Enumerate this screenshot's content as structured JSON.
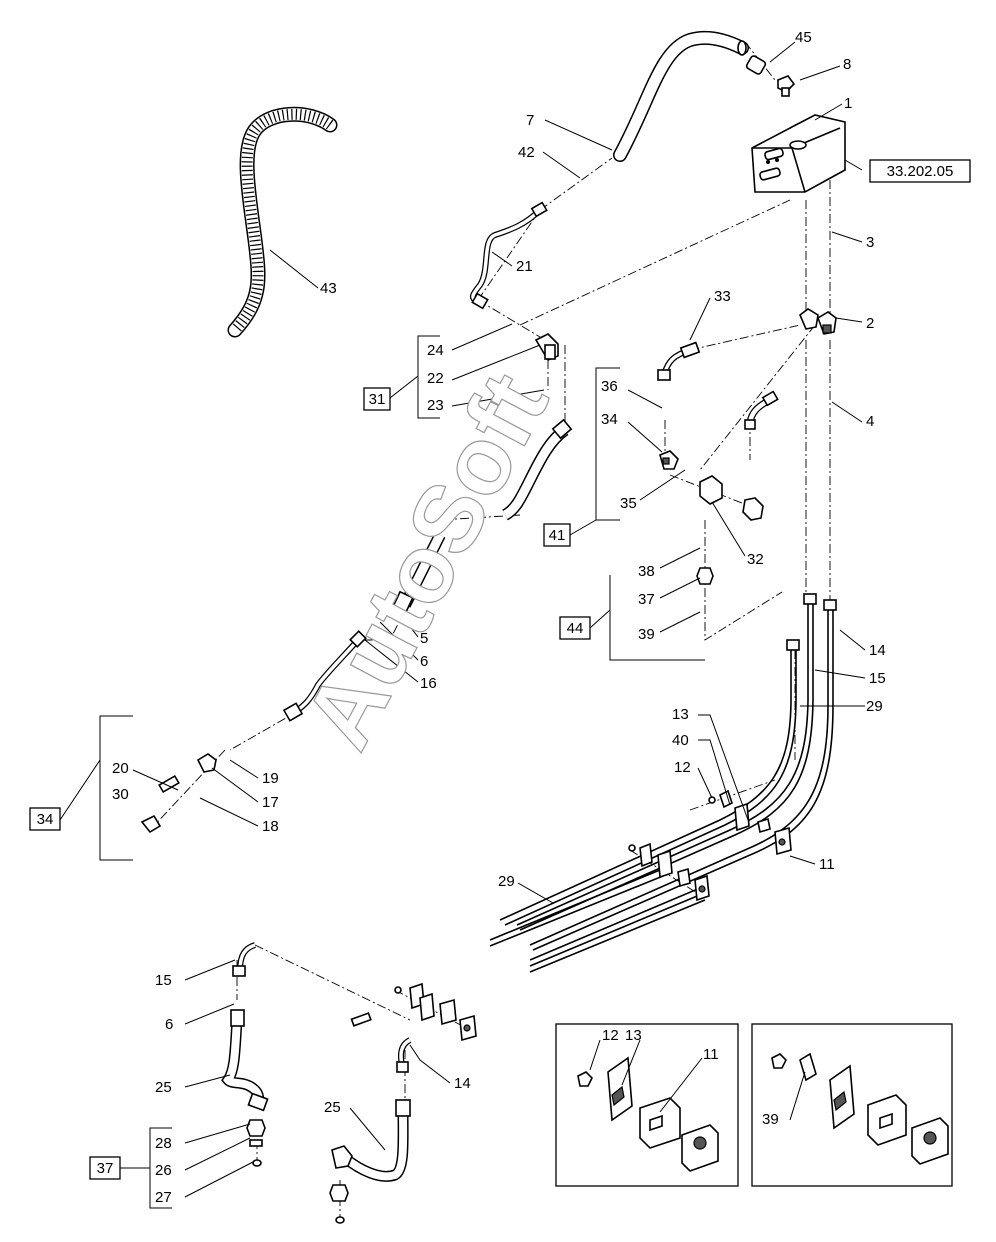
{
  "watermark": "AutoSoft",
  "refs": {
    "r33_202_05": "33.202.05",
    "r31": "31",
    "r41": "41",
    "r44": "44",
    "r34": "34",
    "r37": "37"
  },
  "callouts": [
    {
      "id": "c45",
      "text": "45"
    },
    {
      "id": "c8",
      "text": "8"
    },
    {
      "id": "c1",
      "text": "1"
    },
    {
      "id": "c7",
      "text": "7"
    },
    {
      "id": "c42",
      "text": "42"
    },
    {
      "id": "c3",
      "text": "3"
    },
    {
      "id": "c21",
      "text": "21"
    },
    {
      "id": "c43",
      "text": "43"
    },
    {
      "id": "c33",
      "text": "33"
    },
    {
      "id": "c2",
      "text": "2"
    },
    {
      "id": "c24",
      "text": "24"
    },
    {
      "id": "c22",
      "text": "22"
    },
    {
      "id": "c23",
      "text": "23"
    },
    {
      "id": "c36",
      "text": "36"
    },
    {
      "id": "c4",
      "text": "4"
    },
    {
      "id": "c34",
      "text": "34"
    },
    {
      "id": "c35",
      "text": "35"
    },
    {
      "id": "c32",
      "text": "32"
    },
    {
      "id": "c38",
      "text": "38"
    },
    {
      "id": "c37",
      "text": "37"
    },
    {
      "id": "c39",
      "text": "39"
    },
    {
      "id": "c5",
      "text": "5"
    },
    {
      "id": "c6",
      "text": "6"
    },
    {
      "id": "c16",
      "text": "16"
    },
    {
      "id": "c14",
      "text": "14"
    },
    {
      "id": "c15",
      "text": "15"
    },
    {
      "id": "c29",
      "text": "29"
    },
    {
      "id": "c13",
      "text": "13"
    },
    {
      "id": "c40",
      "text": "40"
    },
    {
      "id": "c12",
      "text": "12"
    },
    {
      "id": "c20",
      "text": "20"
    },
    {
      "id": "c30",
      "text": "30"
    },
    {
      "id": "c19",
      "text": "19"
    },
    {
      "id": "c17",
      "text": "17"
    },
    {
      "id": "c18",
      "text": "18"
    },
    {
      "id": "c11",
      "text": "11"
    },
    {
      "id": "c29b",
      "text": "29"
    },
    {
      "id": "c15b",
      "text": "15"
    },
    {
      "id": "c6b",
      "text": "6"
    },
    {
      "id": "c25",
      "text": "25"
    },
    {
      "id": "c14b",
      "text": "14"
    },
    {
      "id": "c25b",
      "text": "25"
    },
    {
      "id": "c28",
      "text": "28"
    },
    {
      "id": "c26",
      "text": "26"
    },
    {
      "id": "c27",
      "text": "27"
    },
    {
      "id": "c12b",
      "text": "12"
    },
    {
      "id": "c13b",
      "text": "13"
    },
    {
      "id": "c11b",
      "text": "11"
    },
    {
      "id": "c39b",
      "text": "39"
    }
  ]
}
